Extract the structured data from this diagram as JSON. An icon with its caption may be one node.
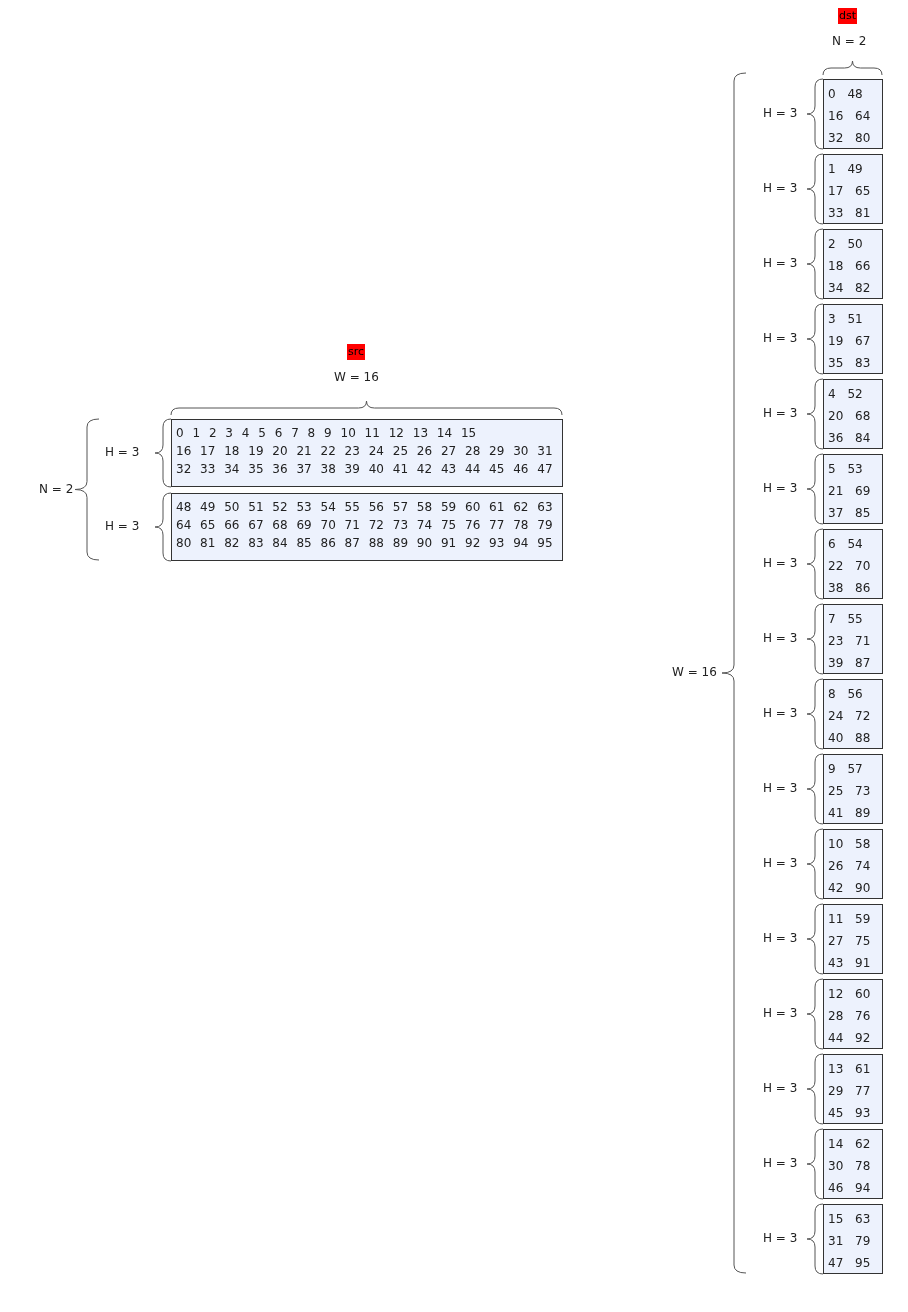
{
  "diagram": {
    "nodes": [
      {
        "text": [
          "src"
        ]
      },
      {
        "text": [
          "0 1 2 3 4 5 6 7 8 9 10 11 12 13 14 15",
          "16 17 18 19 20 21 22 23 24 25 26 27 28 29 30 31",
          "32 33 34 35 36 37 38 39 40 41 42 43 44 45 46 47"
        ],
        "beside": [
          "H = 3"
        ]
      },
      {
        "text": [
          "48 49 50 51 52 53 54 55 56 57 58 59 60 61 62 63",
          "64 65 66 67 68 69 70 71 72 73 74 75 76 77 78 79",
          "80 81 82 83 84 85 86 87 88 89 90 91 92 93 94 95"
        ],
        "beside": [
          "H = 3"
        ]
      },
      {
        "text": [
          "dst"
        ]
      },
      {
        "text": [
          "0 48",
          "16 64",
          "32 80"
        ],
        "beside": [
          "H = 3"
        ]
      },
      {
        "text": [
          "1 49",
          "17 65",
          "33 81"
        ],
        "beside": [
          "H = 3"
        ]
      },
      {
        "text": [
          "2 50",
          "18 66",
          "34 82"
        ],
        "beside": [
          "H = 3"
        ]
      },
      {
        "text": [
          "3 51",
          "19 67",
          "35 83"
        ],
        "beside": [
          "H = 3"
        ]
      },
      {
        "text": [
          "4 52",
          "20 68",
          "36 84"
        ],
        "beside": [
          "H = 3"
        ]
      },
      {
        "text": [
          "5 53",
          "21 69",
          "37 85"
        ],
        "beside": [
          "H = 3"
        ]
      },
      {
        "text": [
          "6 54",
          "22 70",
          "38 86"
        ],
        "beside": [
          "H = 3"
        ]
      },
      {
        "text": [
          "7 55",
          "23 71",
          "39 87"
        ],
        "beside": [
          "H = 3"
        ]
      },
      {
        "text": [
          "8 56",
          "24 72",
          "40 88"
        ],
        "beside": [
          "H = 3"
        ]
      },
      {
        "text": [
          "9 57",
          "25 73",
          "41 89"
        ],
        "beside": [
          "H = 3"
        ]
      },
      {
        "text": [
          "10 58",
          "26 74",
          "42 90"
        ],
        "beside": [
          "H = 3"
        ]
      },
      {
        "text": [
          "11 59",
          "27 75",
          "43 91"
        ],
        "beside": [
          "H = 3"
        ]
      },
      {
        "text": [
          "12 60",
          "28 76",
          "44 92"
        ],
        "beside": [
          "H = 3"
        ]
      },
      {
        "text": [
          "13 61",
          "29 77",
          "45 93"
        ],
        "beside": [
          "H = 3"
        ]
      },
      {
        "text": [
          "14 62",
          "30 78",
          "46 94"
        ],
        "beside": [
          "H = 3"
        ]
      },
      {
        "text": [
          "15 63",
          "31 79",
          "47 95"
        ],
        "beside": [
          "H = 3"
        ]
      }
    ],
    "labels": [
      "N = 2",
      "W = 16",
      "N = 2",
      "W = 16"
    ]
  }
}
